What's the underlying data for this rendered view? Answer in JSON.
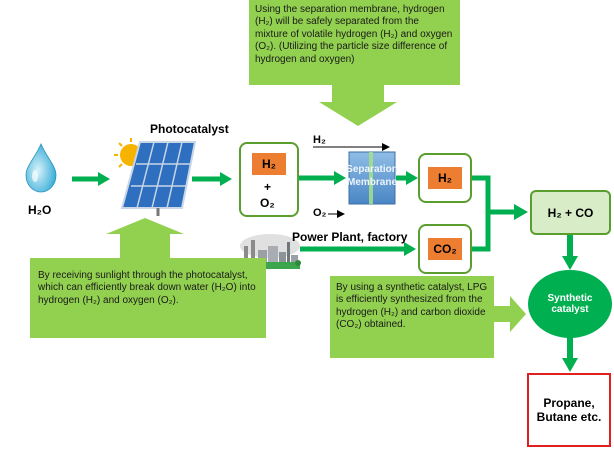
{
  "callouts": {
    "membrane_info": "Using the separation membrane, hydrogen (H₂) will be safely separated from the mixture of volatile hydrogen (H₂) and oxygen (O₂). (Utilizing the particle size difference of hydrogen and oxygen)",
    "photocatalyst_info": "By receiving sunlight through the photocatalyst, which can efficiently break down water (H₂O) into hydrogen (H₂) and oxygen (O₂).",
    "synthesis_info": "By using a synthetic catalyst, LPG is efficiently synthesized from the hydrogen (H₂) and carbon dioxide (CO₂) obtained."
  },
  "labels": {
    "water": "H₂O",
    "photocatalyst": "Photocatalyst",
    "mix_h2": "H₂",
    "mix_plus": "+",
    "mix_o2": "O₂",
    "membrane_line1": "Separation",
    "membrane_line2": "Membrane",
    "membrane_h2": "H₂",
    "membrane_o2": "O₂",
    "out_h2": "H₂",
    "co2": "CO₂",
    "power_plant": "Power Plant, factory",
    "syngas": "H₂ + CO",
    "catalyst_line1": "Synthetic",
    "catalyst_line2": "catalyst",
    "product_line1": "Propane,",
    "product_line2": "Butane etc."
  },
  "colors": {
    "arrow_green": "#00b050",
    "callout_green": "#92d050",
    "orange": "#ed7d31",
    "membrane_blue": "#5b9bd5",
    "product_border": "#e02020"
  }
}
